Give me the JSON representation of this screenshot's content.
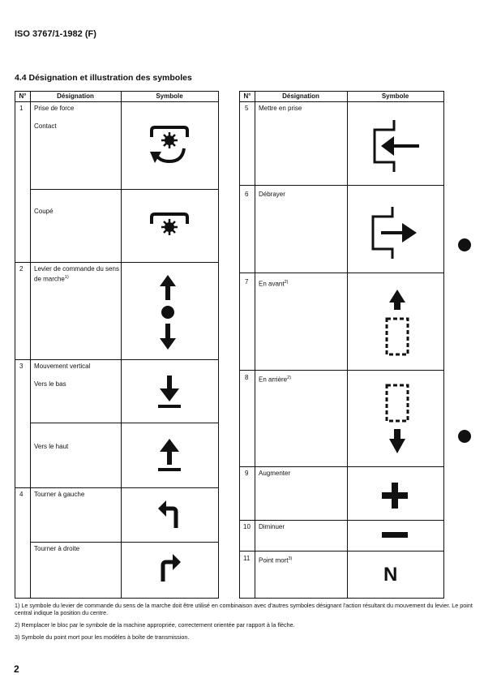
{
  "header": {
    "doc_id": "ISO 3767/1-1982 (F)"
  },
  "section": {
    "title": "4.4   Désignation et illustration des symboles"
  },
  "table": {
    "col_no": "N°",
    "col_designation": "Désignation",
    "col_symbole": "Symbole",
    "left_rows": [
      {
        "no": "1",
        "designation": "Prise de force",
        "sub1": "Contact",
        "sub2": "Coupé"
      },
      {
        "no": "2",
        "designation": "Levier de commande du sens de marche",
        "footref": "1)"
      },
      {
        "no": "3",
        "designation": "Mouvement vertical",
        "sub1": "Vers le bas",
        "sub2": "Vers le haut"
      },
      {
        "no": "4",
        "designation": "Tourner à gauche",
        "sub2": "Tourner à droite"
      }
    ],
    "right_rows": [
      {
        "no": "5",
        "designation": "Mettre en prise"
      },
      {
        "no": "6",
        "designation": "Débrayer"
      },
      {
        "no": "7",
        "designation": "En avant",
        "footref": "2)"
      },
      {
        "no": "8",
        "designation": "En arrière",
        "footref": "2)"
      },
      {
        "no": "9",
        "designation": "Augmenter"
      },
      {
        "no": "10",
        "designation": "Diminuer"
      },
      {
        "no": "11",
        "designation": "Point mort",
        "footref": "3)",
        "symbol_text": "N"
      }
    ]
  },
  "footnotes": [
    "1)  Le symbole du levier de commande du sens de la marche doit être utilisé en combinaison avec d'autres symboles désignant l'action résultant du mouvement du levier. Le point central indique la position du centre.",
    "2)  Remplacer le bloc par le symbole de la machine appropriée, correctement orientée par rapport à la flèche.",
    "3)  Symbole du point mort pour les modèles à boîte de transmission."
  ],
  "page": {
    "number": "2"
  }
}
